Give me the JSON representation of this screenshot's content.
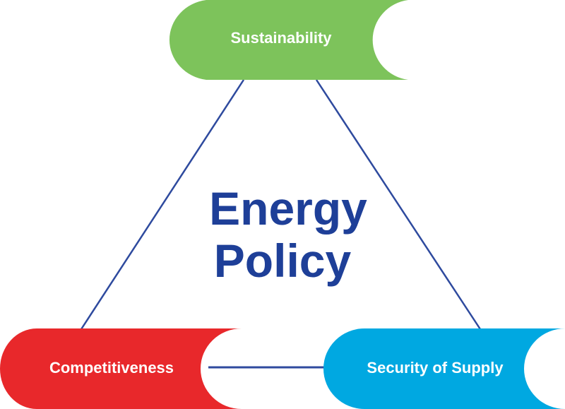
{
  "title": {
    "line1": "Energy",
    "line2": "Policy"
  },
  "nodes": [
    {
      "label": "Sustainability",
      "color": "#7dc35b"
    },
    {
      "label": "Competitiveness",
      "color": "#e8282b"
    },
    {
      "label": "Security of Supply",
      "color": "#00a8e1"
    }
  ],
  "colors": {
    "line": "#2e4a9e",
    "title": "#1e3f98"
  }
}
